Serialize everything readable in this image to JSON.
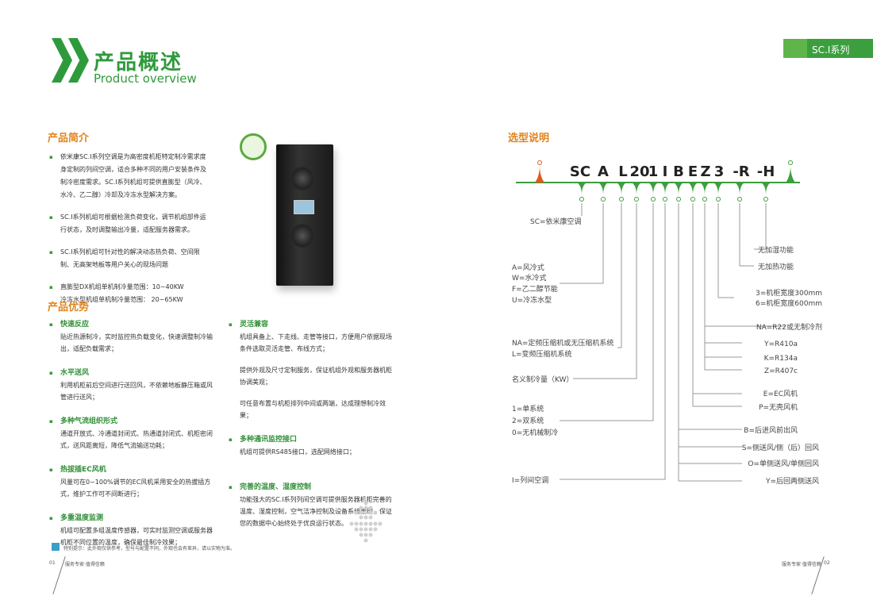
{
  "header": {
    "title_cn": "产品概述",
    "title_en": "Product overview",
    "series_tab": "SC.I系列"
  },
  "intro": {
    "heading": "产品简介",
    "items": [
      "依米康SC.I系列空调是为高密度机柜特定制冷需求度身定制的列间空调，适合多种不同的用户安装条件及制冷密度需求。SC.I系列机组可提供直膨型（风冷、水冷、乙二醇）冷却及冷冻水型解决方案。",
      "SC.I系列机组可根据检测负荷变化，调节机组部件运行状态，及时调整输出冷量，适配服务器需求。",
      "SC.I系列机组可针对性的解决动态热负荷、空间限制、无高架地板等用户关心的现场问题",
      "直膨型DX机组单机制冷量范围：10~40KW\n冷冻水型机组单机制冷量范围： 20~65KW"
    ]
  },
  "advantages": {
    "heading": "产品优势",
    "col1": [
      {
        "title": "快速反应",
        "text": [
          "贴近热源制冷，实时监控热负载变化，快速调整制冷输出，适配负载需求；"
        ]
      },
      {
        "title": "水平送风",
        "text": [
          "利用机柜前后空间进行送回风，不依赖地板静压箱或风管进行送风；"
        ]
      },
      {
        "title": "多种气流组织形式",
        "text": [
          "通道开放式、冷通道封闭式、热通道封闭式、机柜密闭式，送风距离短，降低气流输送功耗；"
        ]
      },
      {
        "title": "热拔插EC风机",
        "text": [
          "风量可在0~100%调节的EC风机采用安全的热拔插方式，维护工作可不间断进行；"
        ]
      },
      {
        "title": "多重温度监测",
        "text": [
          "机组可配置多组温度传感器，可实时监测空调或服务器机柜不同位置的温度，确保最佳制冷效果；"
        ]
      }
    ],
    "col2": [
      {
        "title": "灵活兼容",
        "text": [
          "机组具备上、下走线、走管等接口，方便用户依据现场条件选取灵活走管、布线方式；",
          "提供外观及尺寸定制服务，保证机组外观和服务器机柜协调美观；",
          "可任意布置与机柜排列中间或两端，达成理想制冷效果；"
        ]
      },
      {
        "title": "多种通讯监控接口",
        "text": [
          "机组可提供RS485接口，选配网络接口；"
        ]
      },
      {
        "title": "完善的温度、湿度控制",
        "text": [
          "功能强大的SC.I系列列间空调可提供服务器机柜完善的温度、湿度控制，空气洁净控制及设备系统管理，保证您的数据中心始终处于优良运行状态。"
        ]
      }
    ]
  },
  "selection": {
    "heading": "选型说明",
    "code": [
      "SC",
      "A",
      "L",
      "20",
      "1",
      "I",
      "B",
      "E",
      "Z",
      "3",
      "-R",
      "-H"
    ],
    "labels": {
      "sc": [
        "SC=依米康空调"
      ],
      "a": [
        "A=风冷式",
        "W=水冷式",
        "F=乙二醇节能",
        "U=冷冻水型"
      ],
      "l": [
        "NA=定频压缩机或无压缩机系统",
        "L=变频压缩机系统"
      ],
      "cap": [
        "名义制冷量（KW）"
      ],
      "sys": [
        "1=单系统",
        "2=双系统",
        "0=无机械制冷"
      ],
      "type": [
        "I=列间空调"
      ],
      "air": [
        "B=后进风前出风",
        "S=侧送风/侧（后）回风",
        "O=单侧送风/单侧回风",
        "Y=后回两侧送风"
      ],
      "fan": [
        "E=EC风机",
        "P=无壳风机"
      ],
      "ref": [
        "NA=R22或无制冷剂",
        "Y=R410a",
        "K=R134a",
        "Z=R407c"
      ],
      "width": [
        "3=机柜宽度300mm",
        "6=机柜宽度600mm"
      ],
      "heat": [
        "无加热功能"
      ],
      "hum": [
        "无加湿功能"
      ]
    }
  },
  "footer": {
    "note": "特别提示：此外观仅供参考，型号与配置不同，外观也会有差异，请以实物为准。",
    "left_page": "01",
    "left_slogan": "服务专家·值得信赖",
    "right_slogan": "服务专家·值得信赖",
    "right_page": "02"
  },
  "colors": {
    "green": "#2f9a3c",
    "orange": "#e0841d"
  }
}
